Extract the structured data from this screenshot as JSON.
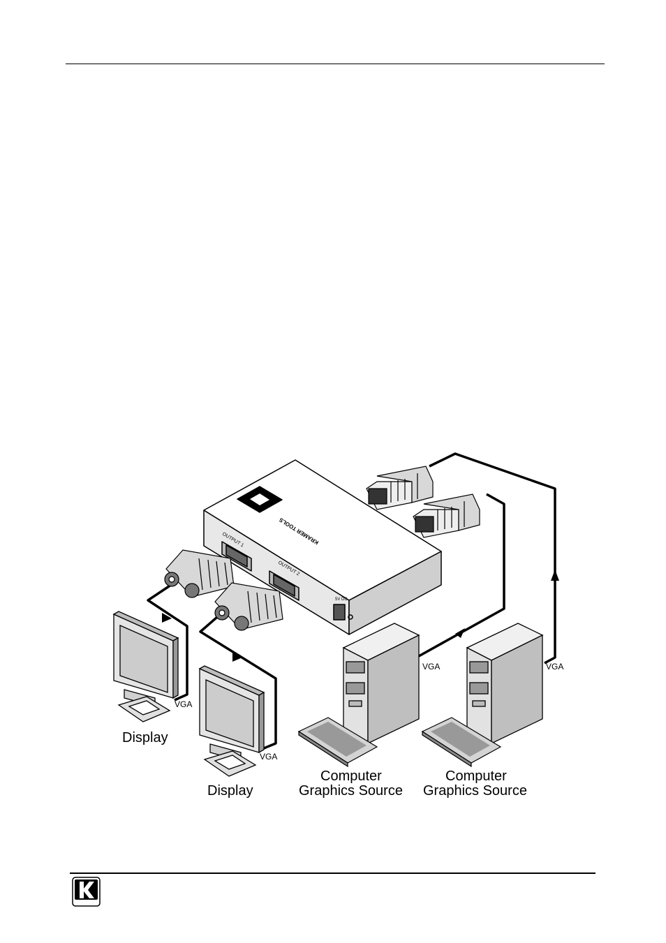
{
  "device": {
    "brand_text": "KRAMER TOOLS",
    "output1_label": "OUTPUT 1",
    "output2_label": "OUTPUT 2",
    "power_label": "5V DC",
    "logo_text": "KRAMER"
  },
  "labels": {
    "display_1": "Display",
    "display_2": "Display",
    "vga_display_1": "VGA",
    "vga_display_2": "VGA",
    "vga_computer_1": "VGA",
    "vga_computer_2": "VGA",
    "computer_1_line1": "Computer",
    "computer_1_line2": "Graphics Source",
    "computer_2_line1": "Computer",
    "computer_2_line2": "Graphics Source"
  },
  "footer": {
    "logo_text": "KRAMER"
  }
}
